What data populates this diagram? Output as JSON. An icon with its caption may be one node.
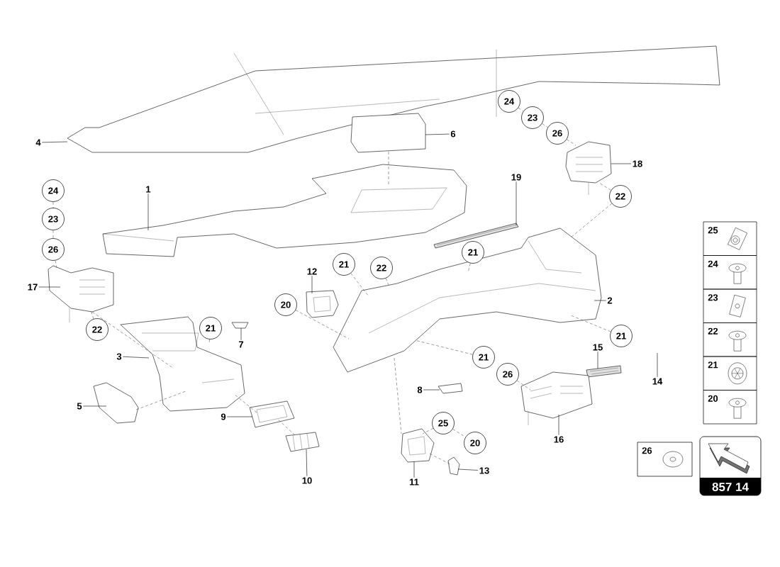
{
  "diagram": {
    "nodes": [
      {
        "text": [
          "4"
        ]
      },
      {
        "text": [],
        "shape": "picture"
      },
      {
        "text": [
          "6"
        ]
      },
      {
        "text": [],
        "shape": "picture"
      },
      {
        "text": [
          "1"
        ]
      },
      {
        "text": [],
        "shape": "picture"
      },
      {
        "text": [
          "19"
        ]
      },
      {
        "text": [],
        "shape": "picture"
      },
      {
        "text": [
          "24"
        ]
      },
      {
        "text": [
          "23"
        ]
      },
      {
        "text": [
          "26"
        ]
      },
      {
        "text": [
          "17"
        ]
      },
      {
        "text": [],
        "shape": "picture"
      },
      {
        "text": [
          "22"
        ]
      },
      {
        "text": [
          "21"
        ]
      },
      {
        "text": [
          "7"
        ]
      },
      {
        "text": [],
        "shape": "picture"
      },
      {
        "text": [
          "3"
        ]
      },
      {
        "text": [],
        "shape": "picture"
      },
      {
        "text": [
          "5"
        ]
      },
      {
        "text": [],
        "shape": "picture"
      },
      {
        "text": [
          "20"
        ]
      },
      {
        "text": [
          "12"
        ]
      },
      {
        "text": [],
        "shape": "picture"
      },
      {
        "text": [
          "9"
        ]
      },
      {
        "text": [],
        "shape": "picture"
      },
      {
        "text": [
          "10"
        ]
      },
      {
        "text": [],
        "shape": "picture"
      },
      {
        "text": [
          "21"
        ]
      },
      {
        "text": [
          "22"
        ]
      },
      {
        "text": [
          "2"
        ]
      },
      {
        "text": [],
        "shape": "picture"
      },
      {
        "text": [
          "21"
        ]
      },
      {
        "text": [
          "24"
        ]
      },
      {
        "text": [
          "23"
        ]
      },
      {
        "text": [
          "26"
        ]
      },
      {
        "text": [
          "18"
        ]
      },
      {
        "text": [],
        "shape": "picture"
      },
      {
        "text": [
          "22"
        ]
      },
      {
        "text": [
          "21"
        ]
      },
      {
        "text": [
          "14"
        ]
      },
      {
        "text": [
          "15"
        ]
      },
      {
        "text": [],
        "shape": "picture"
      },
      {
        "text": [
          "21"
        ]
      },
      {
        "text": [
          "26"
        ]
      },
      {
        "text": [
          "8"
        ]
      },
      {
        "text": [],
        "shape": "picture"
      },
      {
        "text": [
          "16"
        ]
      },
      {
        "text": [],
        "shape": "picture"
      },
      {
        "text": [
          "25"
        ]
      },
      {
        "text": [
          "20"
        ]
      },
      {
        "text": [
          "11"
        ]
      },
      {
        "text": [],
        "shape": "picture"
      },
      {
        "text": [
          "13"
        ]
      },
      {
        "text": [],
        "shape": "picture"
      },
      {
        "text": [
          "25"
        ]
      },
      {
        "text": [
          "24"
        ]
      },
      {
        "text": [
          "23"
        ]
      },
      {
        "text": [
          "22"
        ]
      },
      {
        "text": [
          "21"
        ]
      },
      {
        "text": [
          "20"
        ]
      },
      {
        "text": [
          "26"
        ]
      },
      {
        "text": [
          "857 14"
        ]
      }
    ],
    "edges": [
      {
        "from": 0,
        "to": 1,
        "arrow": "none"
      },
      {
        "from": 2,
        "to": 3,
        "arrow": "none"
      },
      {
        "from": 4,
        "to": 5,
        "arrow": "none"
      },
      {
        "from": 6,
        "to": 7,
        "arrow": "none"
      },
      {
        "from": 11,
        "to": 12,
        "arrow": "none"
      },
      {
        "from": 15,
        "to": 16,
        "arrow": "none"
      },
      {
        "from": 17,
        "to": 18,
        "arrow": "none"
      },
      {
        "from": 19,
        "to": 20,
        "arrow": "none"
      },
      {
        "from": 22,
        "to": 23,
        "arrow": "none"
      },
      {
        "from": 24,
        "to": 25,
        "arrow": "none"
      },
      {
        "from": 26,
        "to": 27,
        "arrow": "none"
      },
      {
        "from": 30,
        "to": 31,
        "arrow": "none"
      },
      {
        "from": 36,
        "to": 37,
        "arrow": "none"
      },
      {
        "from": 40,
        "to": null,
        "arrow": "none"
      },
      {
        "from": 41,
        "to": 42,
        "arrow": "none"
      },
      {
        "from": 45,
        "to": 46,
        "arrow": "none"
      },
      {
        "from": 47,
        "to": 48,
        "arrow": "none"
      },
      {
        "from": 51,
        "to": 52,
        "arrow": "none"
      },
      {
        "from": 53,
        "to": 54,
        "arrow": "none"
      },
      {
        "from": 8,
        "to": 9,
        "arrow": "none",
        "style": "dashed"
      },
      {
        "from": 9,
        "to": 10,
        "arrow": "none",
        "style": "dashed"
      },
      {
        "from": 10,
        "to": 12,
        "arrow": "none",
        "style": "dashed"
      },
      {
        "from": 13,
        "to": 12,
        "arrow": "none",
        "style": "dashed"
      },
      {
        "from": 12,
        "to": 18,
        "arrow": "none",
        "style": "dashed"
      },
      {
        "from": 14,
        "to": 18,
        "arrow": "none",
        "style": "dashed"
      },
      {
        "from": 20,
        "to": 18,
        "arrow": "none",
        "style": "dashed"
      },
      {
        "from": 25,
        "to": 18,
        "arrow": "none",
        "style": "dashed"
      },
      {
        "from": 27,
        "to": 25,
        "arrow": "none",
        "style": "dashed"
      },
      {
        "from": 21,
        "to": 31,
        "arrow": "none",
        "style": "dashed"
      },
      {
        "from": 28,
        "to": 31,
        "arrow": "none",
        "style": "dashed"
      },
      {
        "from": 29,
        "to": 31,
        "arrow": "none",
        "style": "dashed"
      },
      {
        "from": 32,
        "to": 31,
        "arrow": "none",
        "style": "dashed"
      },
      {
        "from": 33,
        "to": 34,
        "arrow": "none",
        "style": "dashed"
      },
      {
        "from": 34,
        "to": 35,
        "arrow": "none",
        "style": "dashed"
      },
      {
        "from": 35,
        "to": 37,
        "arrow": "none",
        "style": "dashed"
      },
      {
        "from": 38,
        "to": 37,
        "arrow": "none",
        "style": "dashed"
      },
      {
        "from": 38,
        "to": 31,
        "arrow": "none",
        "style": "dashed"
      },
      {
        "from": 39,
        "to": 31,
        "arrow": "none",
        "style": "dashed"
      },
      {
        "from": 43,
        "to": 31,
        "arrow": "none",
        "style": "dashed"
      },
      {
        "from": 44,
        "to": 48,
        "arrow": "none",
        "style": "dashed"
      },
      {
        "from": 49,
        "to": 50,
        "arrow": "none",
        "style": "dashed"
      },
      {
        "from": 49,
        "to": 52,
        "arrow": "none",
        "style": "dashed"
      },
      {
        "from": 52,
        "to": 54,
        "arrow": "none",
        "style": "dashed"
      },
      {
        "from": 31,
        "to": 52,
        "arrow": "none",
        "style": "dashed"
      },
      {
        "from": 3,
        "to": 5,
        "arrow": "none",
        "style": "dashed"
      }
    ]
  }
}
